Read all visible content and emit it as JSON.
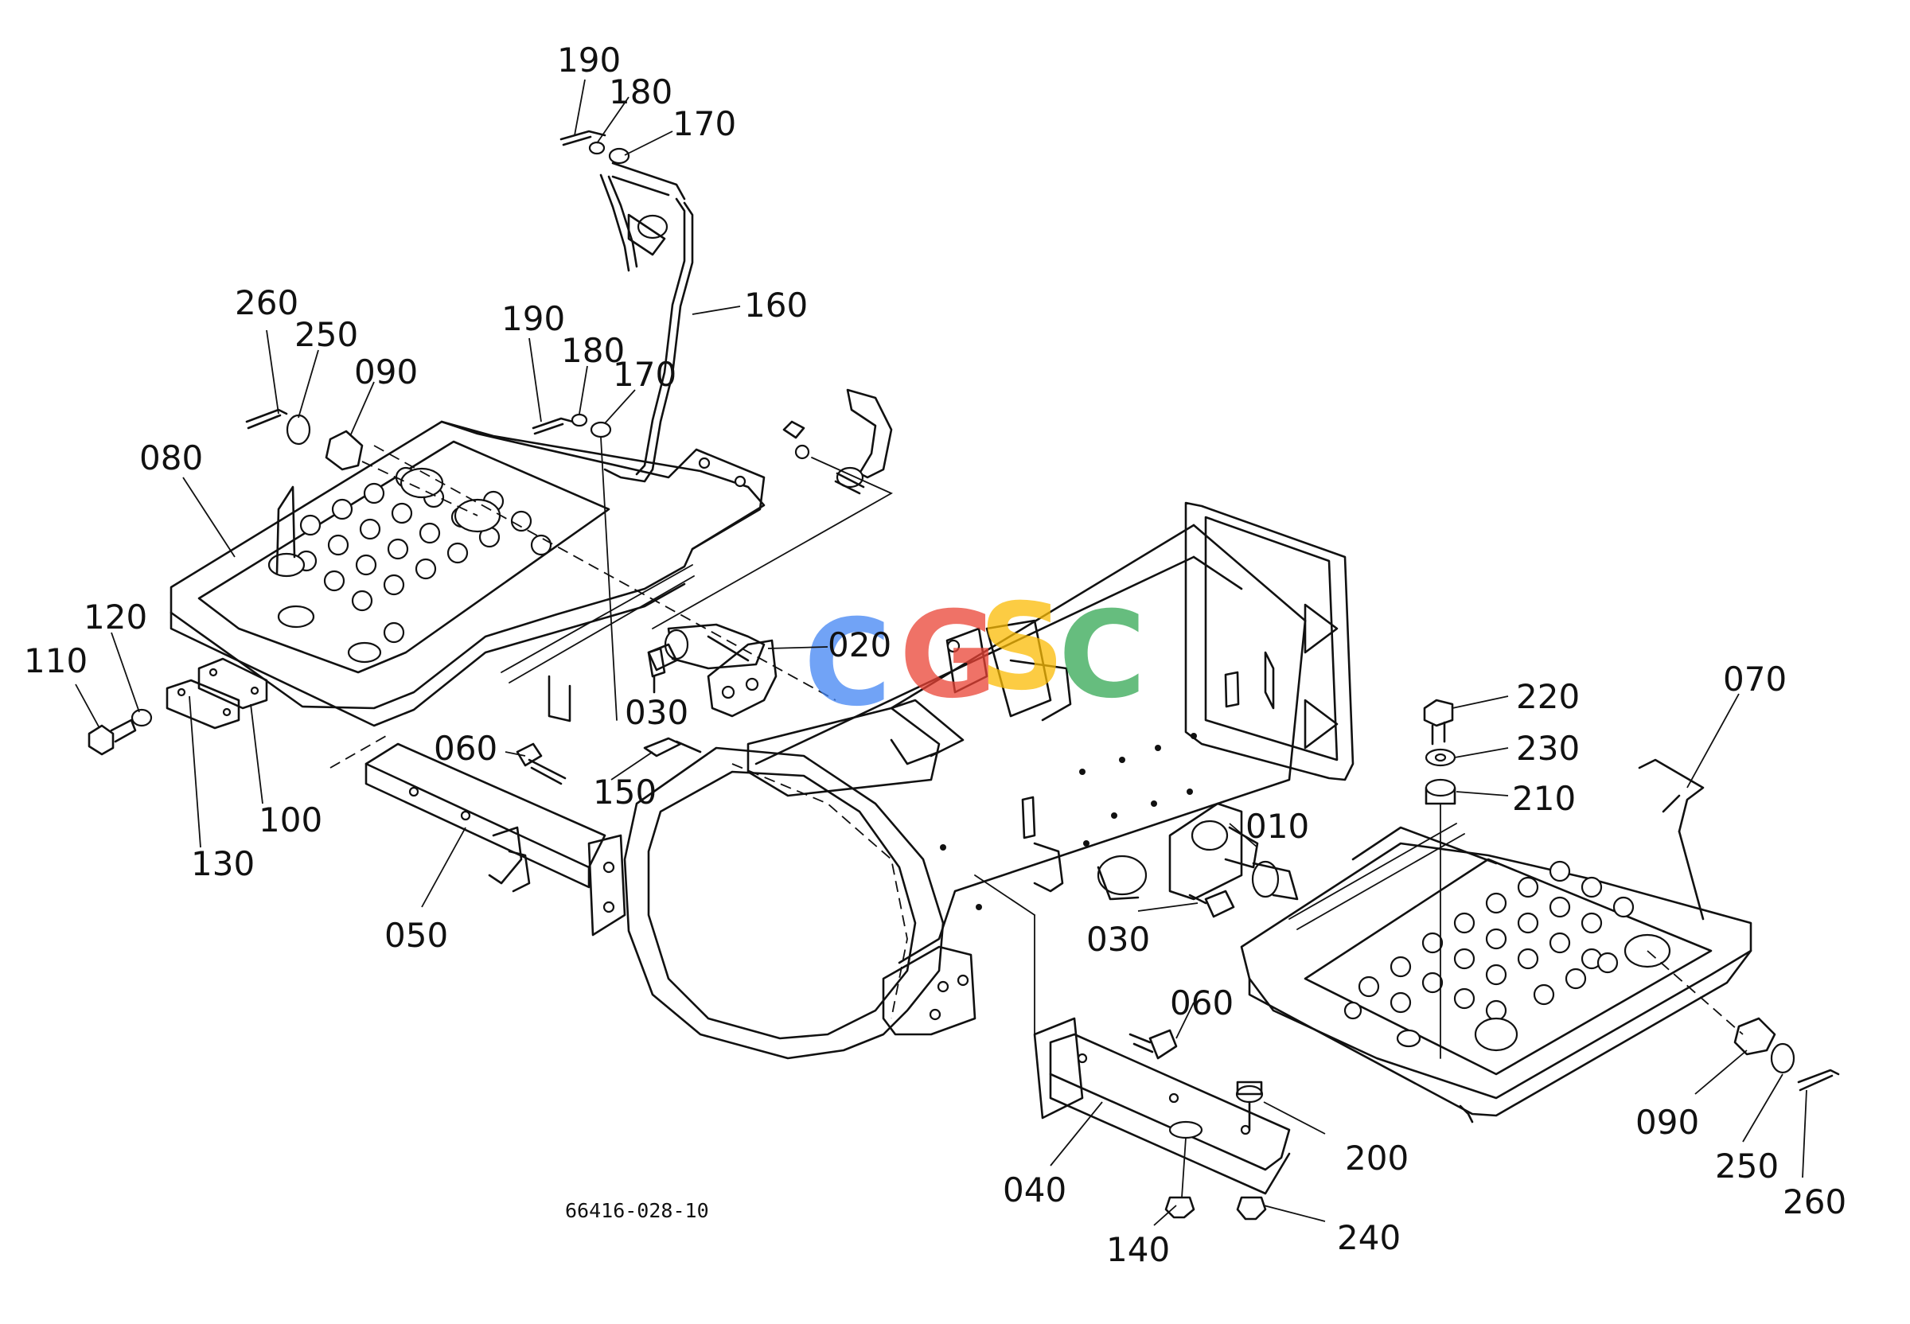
{
  "drawing_number": "66416-028-10",
  "watermark": {
    "text": "CGSC",
    "colors": [
      "#4285F4",
      "#EA4335",
      "#FBBC05",
      "#34A853"
    ]
  },
  "callouts": [
    {
      "id": "190-top",
      "text": "190"
    },
    {
      "id": "180-top",
      "text": "180"
    },
    {
      "id": "170-top",
      "text": "170"
    },
    {
      "id": "160",
      "text": "160"
    },
    {
      "id": "260-left",
      "text": "260"
    },
    {
      "id": "250-left",
      "text": "250"
    },
    {
      "id": "090-left",
      "text": "090"
    },
    {
      "id": "190-mid",
      "text": "190"
    },
    {
      "id": "180-mid",
      "text": "180"
    },
    {
      "id": "170-mid",
      "text": "170"
    },
    {
      "id": "080",
      "text": "080"
    },
    {
      "id": "110",
      "text": "110"
    },
    {
      "id": "120",
      "text": "120"
    },
    {
      "id": "130",
      "text": "130"
    },
    {
      "id": "100",
      "text": "100"
    },
    {
      "id": "020",
      "text": "020"
    },
    {
      "id": "030-top",
      "text": "030"
    },
    {
      "id": "060-left",
      "text": "060"
    },
    {
      "id": "150",
      "text": "150"
    },
    {
      "id": "050",
      "text": "050"
    },
    {
      "id": "220",
      "text": "220"
    },
    {
      "id": "230",
      "text": "230"
    },
    {
      "id": "210",
      "text": "210"
    },
    {
      "id": "070",
      "text": "070"
    },
    {
      "id": "010",
      "text": "010"
    },
    {
      "id": "030-bottom",
      "text": "030"
    },
    {
      "id": "060-right",
      "text": "060"
    },
    {
      "id": "090-right",
      "text": "090"
    },
    {
      "id": "250-right",
      "text": "250"
    },
    {
      "id": "260-right",
      "text": "260"
    },
    {
      "id": "200",
      "text": "200"
    },
    {
      "id": "040",
      "text": "040"
    },
    {
      "id": "140",
      "text": "140"
    },
    {
      "id": "240",
      "text": "240"
    }
  ]
}
